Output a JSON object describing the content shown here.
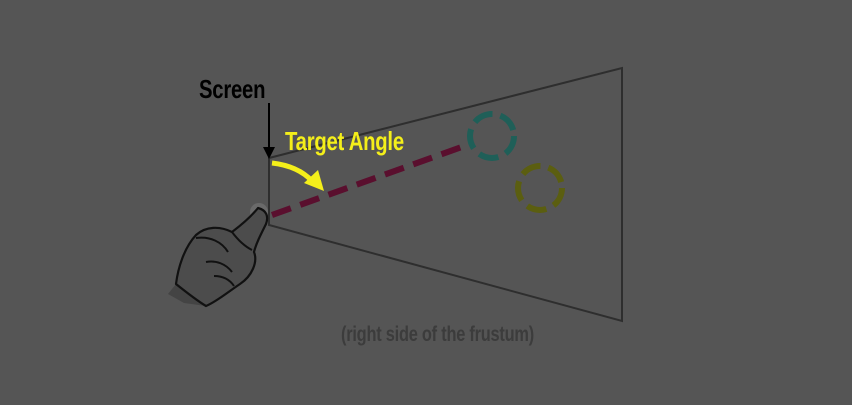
{
  "labels": {
    "screen": "Screen",
    "target_angle": "Target Angle",
    "caption": "(right side of the frustum)"
  },
  "colors": {
    "background": "#555555",
    "frustum_outline": "#2e2e2e",
    "ray": "#5a0f2e",
    "target_active": "#1f5f58",
    "target_inactive": "#5b5e10",
    "angle_arrow": "#f4ef1a",
    "screen_arrow": "#000000",
    "caption": "#3c3c3c"
  },
  "icons": {
    "hand": "pointing-hand-icon"
  }
}
